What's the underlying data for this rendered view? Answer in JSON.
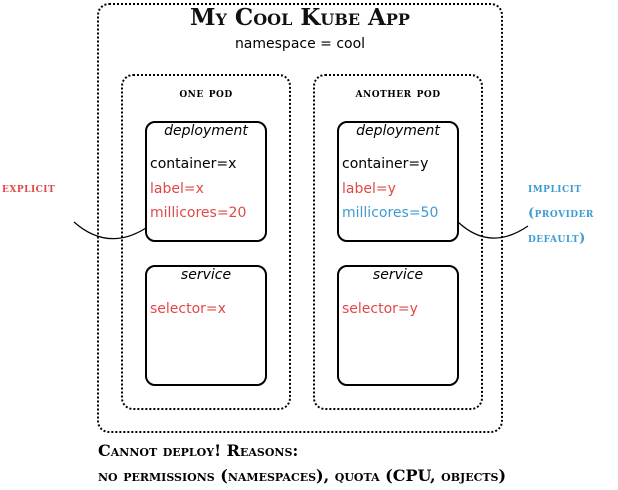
{
  "title": "My Cool Kube App",
  "namespace_label": "namespace = cool",
  "pods": [
    {
      "label": "one pod",
      "deployment": {
        "heading": "deployment",
        "lines": [
          {
            "text": "container=x",
            "color": "#000000"
          },
          {
            "text": "label=x",
            "color": "#e04848"
          },
          {
            "text": "millicores=20",
            "color": "#e04848"
          }
        ]
      },
      "service": {
        "heading": "service",
        "lines": [
          {
            "text": "selector=x",
            "color": "#e04848"
          }
        ]
      }
    },
    {
      "label": "another pod",
      "deployment": {
        "heading": "deployment",
        "lines": [
          {
            "text": "container=y",
            "color": "#000000"
          },
          {
            "text": "label=y",
            "color": "#e04848"
          },
          {
            "text": "millicores=50",
            "color": "#3d9bd0"
          }
        ]
      },
      "service": {
        "heading": "service",
        "lines": [
          {
            "text": "selector=y",
            "color": "#e04848"
          }
        ]
      }
    }
  ],
  "annotations": {
    "explicit": "explicit",
    "implicit_line1": "implicit",
    "implicit_line2": "(provider",
    "implicit_line3": "default)"
  },
  "footer": {
    "line1": "Cannot deploy! Reasons:",
    "line2": "no permissions (namespaces), quota (CPU, objects)"
  },
  "colors": {
    "explicit": "#e04848",
    "implicit": "#3d9bd0"
  }
}
